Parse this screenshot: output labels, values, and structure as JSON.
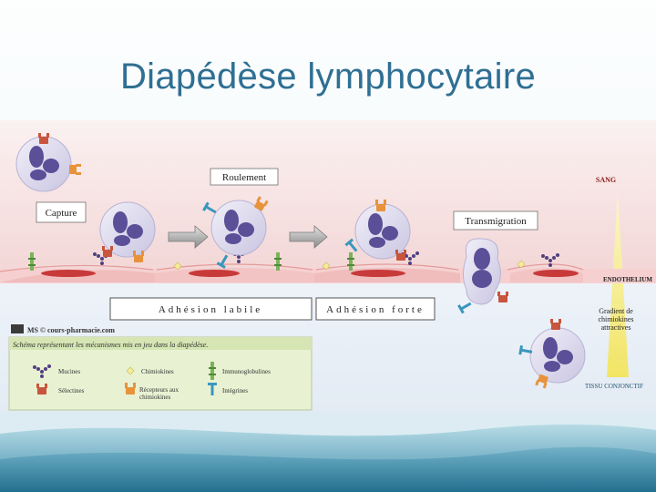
{
  "slide": {
    "title": "Diapédèse lymphocytaire"
  },
  "diagram": {
    "stages": {
      "capture": "Capture",
      "rolling": "Roulement",
      "transmigration": "Transmigration"
    },
    "side_labels": {
      "blood": "SANG",
      "endothelium": "ENDOTHELIUM",
      "gradient": [
        "Gradient de",
        "chimiokines",
        "attractives"
      ],
      "tissue": "TISSU CONJONCTIF"
    },
    "adhesion": {
      "labile": "Adhésion labile",
      "strong": "Adhésion forte"
    },
    "source": "MS © cours-pharmacie.com",
    "legend": {
      "caption": "Schéma représentant les mécanismes mis en jeu dans la diapédèse.",
      "items": [
        {
          "icon": "mucin-icon",
          "label": "Mucines"
        },
        {
          "icon": "chemokine-icon",
          "label": "Chimiokines"
        },
        {
          "icon": "immunoglobulin-icon",
          "label": "Immunoglobulines"
        },
        {
          "icon": "selectin-icon",
          "label": "Sélectines"
        },
        {
          "icon": "chemokine-receptor-icon",
          "label": "Récepteurs aux chimiokines"
        },
        {
          "icon": "integrin-icon",
          "label": "Intégrines"
        }
      ]
    },
    "colors": {
      "blood_bg": "#f7e4e4",
      "tissue_bg": "#e8eff7",
      "cell_body": "#dcd9ee",
      "nucleus": "#5b4f98",
      "selectin": "#c8553d",
      "receptor": "#e8933c",
      "integrin": "#3a96bd",
      "mucin": "#514080",
      "gradient": "#f4ea73",
      "title": "#2f6f93"
    }
  }
}
